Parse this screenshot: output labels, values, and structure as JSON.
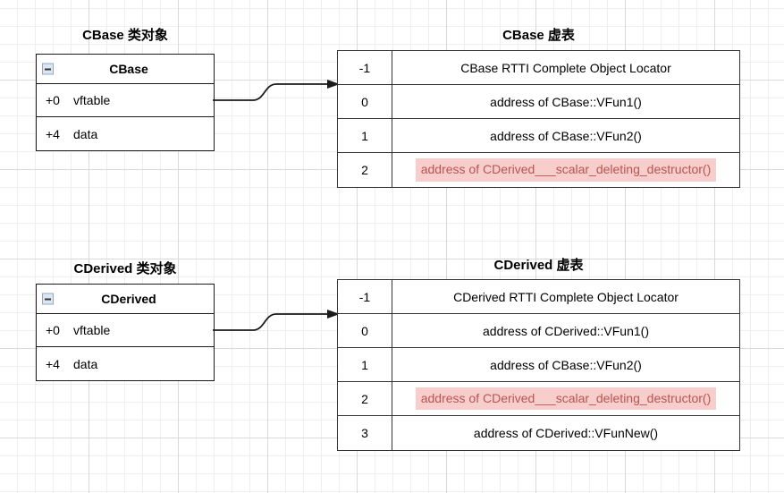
{
  "diagram": {
    "sections": [
      {
        "object_title": "CBase 类对象",
        "class_box": {
          "collapse_icon": "collapse-minus-icon",
          "class_name": "CBase",
          "members": [
            {
              "offset": "+0",
              "name": "vftable"
            },
            {
              "offset": "+4",
              "name": "data"
            }
          ]
        },
        "vtable_title": "CBase 虚表",
        "vtable_rows": [
          {
            "index": "-1",
            "value": "CBase RTTI Complete Object Locator",
            "highlight": false
          },
          {
            "index": "0",
            "value": "address of CBase::VFun1()",
            "highlight": false
          },
          {
            "index": "1",
            "value": "address of CBase::VFun2()",
            "highlight": false
          },
          {
            "index": "2",
            "value": "address of CDerived___scalar_deleting_destructor()",
            "highlight": true
          }
        ]
      },
      {
        "object_title": "CDerived 类对象",
        "class_box": {
          "collapse_icon": "collapse-minus-icon",
          "class_name": "CDerived",
          "members": [
            {
              "offset": "+0",
              "name": "vftable"
            },
            {
              "offset": "+4",
              "name": "data"
            }
          ]
        },
        "vtable_title": "CDerived 虚表",
        "vtable_rows": [
          {
            "index": "-1",
            "value": "CDerived RTTI Complete Object Locator",
            "highlight": false
          },
          {
            "index": "0",
            "value": "address of CDerived::VFun1()",
            "highlight": false
          },
          {
            "index": "1",
            "value": "address of CBase::VFun2()",
            "highlight": false
          },
          {
            "index": "2",
            "value": "address of CDerived___scalar_deleting_destructor()",
            "highlight": true
          },
          {
            "index": "3",
            "value": "address of CDerived::VFunNew()",
            "highlight": false
          }
        ]
      }
    ],
    "colors": {
      "highlight_background": "#f8cecc",
      "highlight_text": "#b85450",
      "border": "#333333",
      "grid_minor": "#eeeeee",
      "grid_major": "#d9d9d9"
    }
  }
}
